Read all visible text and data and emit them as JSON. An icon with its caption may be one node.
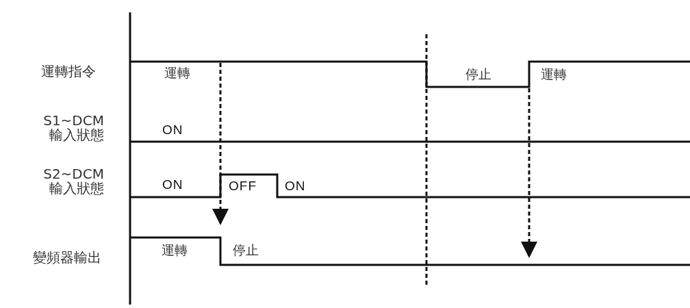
{
  "diagram": {
    "labels": [
      "運轉指令",
      "運轉",
      "停止",
      "運轉",
      "S1~DCM 輸入狀態",
      "ON",
      "S2~DCM 輸入狀態",
      "ON",
      "OFF",
      "ON",
      "變頻器輸出",
      "運轉",
      "停止"
    ]
  }
}
